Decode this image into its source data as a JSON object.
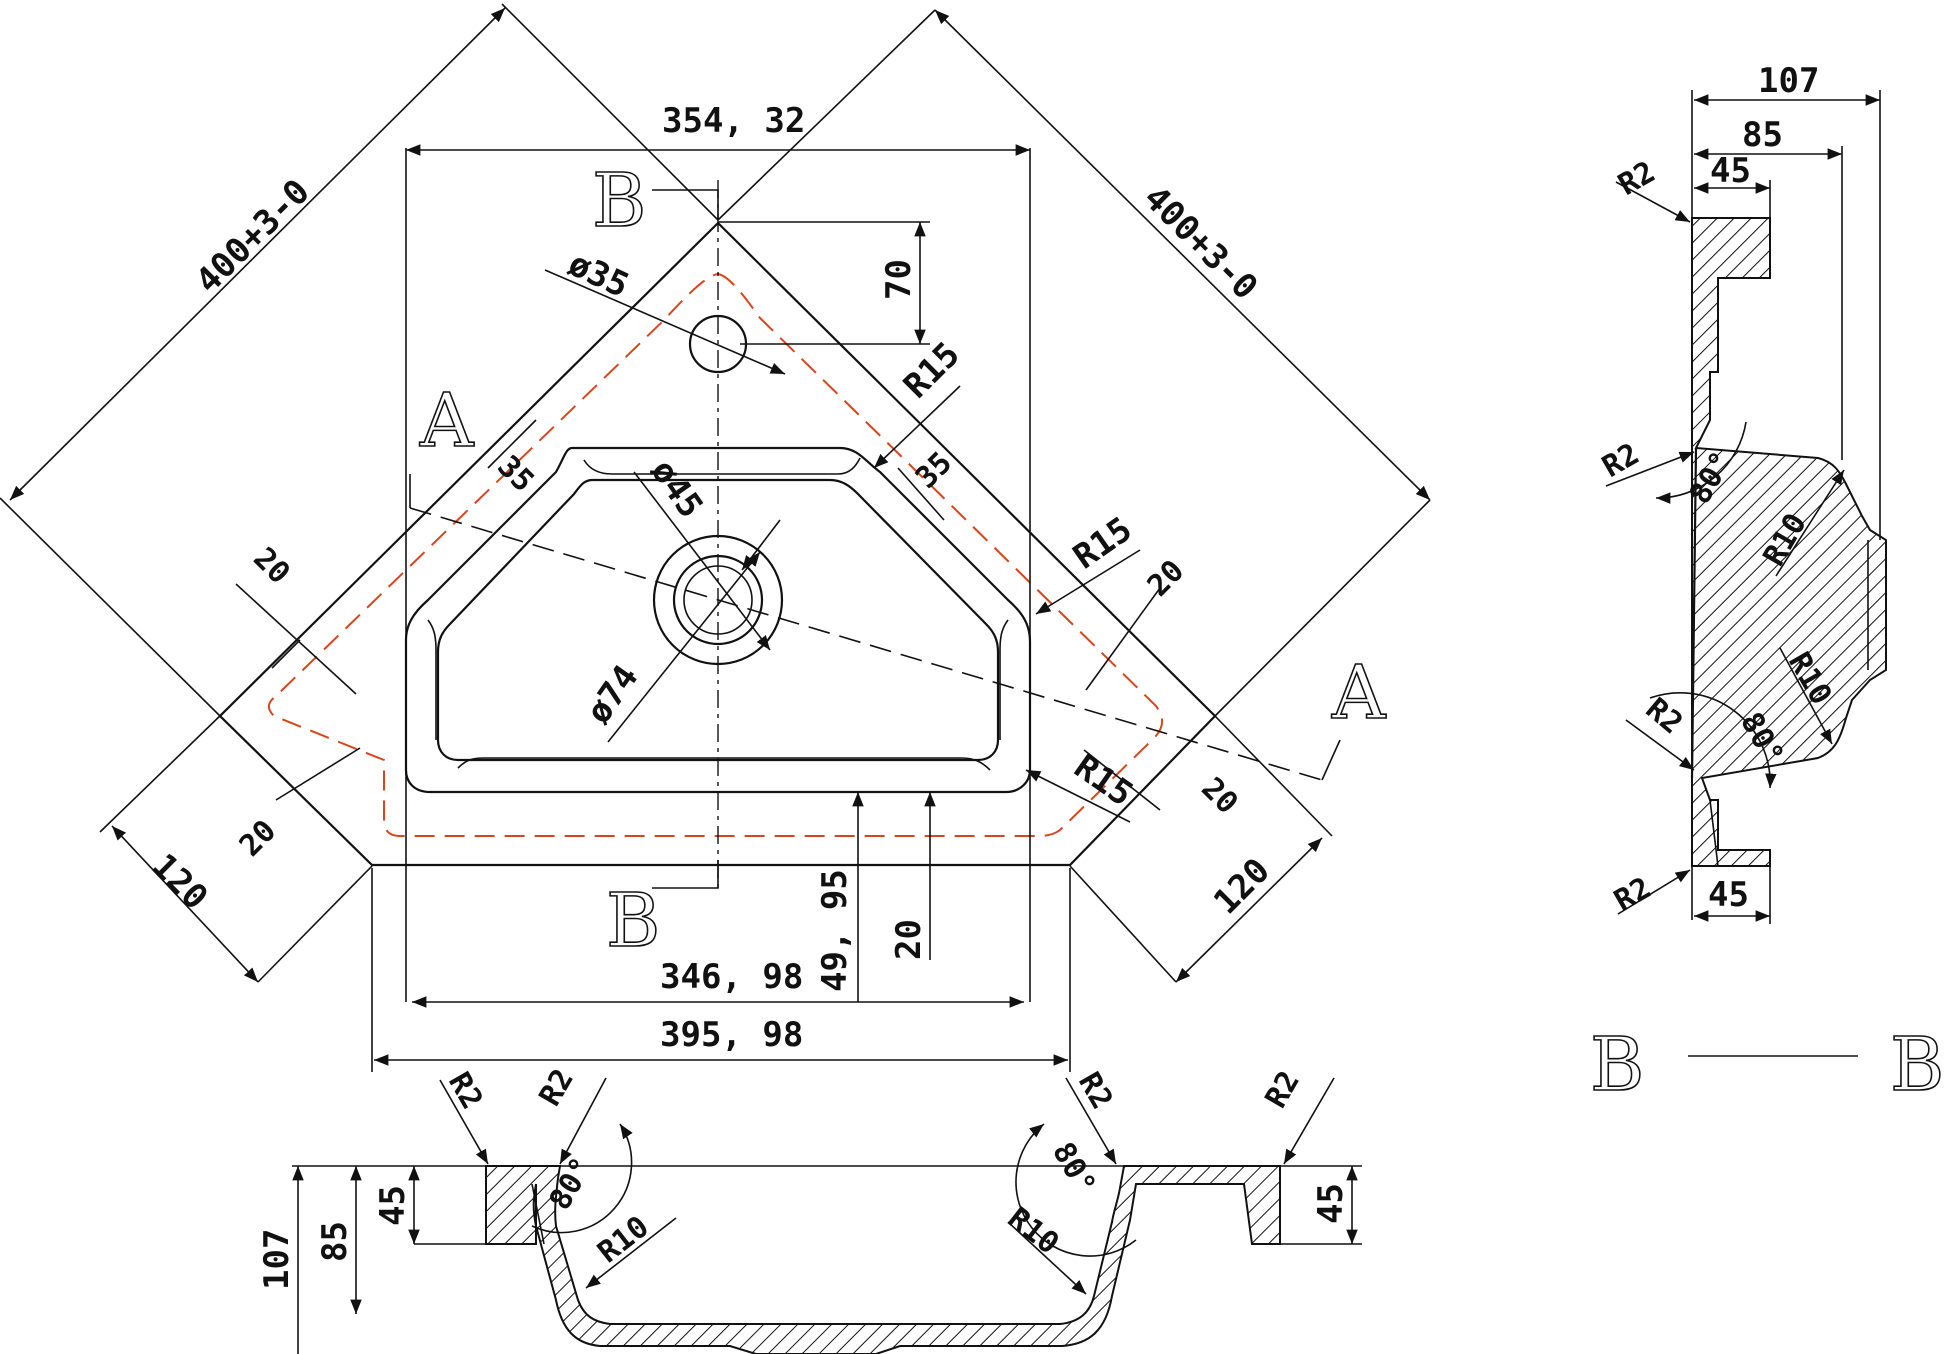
{
  "plan": {
    "top_width": "354, 32",
    "bottom_inner_width": "346, 98",
    "bottom_width": "395, 98",
    "diag_left": "400+3-0",
    "diag_right": "400+3-0",
    "tap_offset": "70",
    "tap_hole": "ø35",
    "drain_hole": "ø45",
    "drain_ring": "ø74",
    "rim_left": "35",
    "rim_right": "35",
    "radius_top": "R15",
    "radius_right": "R15",
    "radius_bottom": "R15",
    "left_20_a": "20",
    "left_20_b": "20",
    "right_20_a": "20",
    "right_20_b": "20",
    "side_left": "120",
    "side_right": "120",
    "front_depth": "49, 95",
    "front_rim": "20",
    "section_a_top": "A",
    "section_a_bottom": "A",
    "section_b_top": "B",
    "section_b_bottom": "B"
  },
  "section_aa": {
    "r2_1": "R2",
    "r2_2": "R2",
    "r2_3": "R2",
    "r2_4": "R2",
    "angle_left": "80°",
    "angle_right": "80°",
    "r10_left": "R10",
    "r10_right": "R10",
    "h107": "107",
    "h85": "85",
    "h45_left": "45",
    "h45_right": "45"
  },
  "section_bb": {
    "w107": "107",
    "w85": "85",
    "w45_top": "45",
    "w45_bottom": "45",
    "r2_1": "R2",
    "r2_2": "R2",
    "r2_3": "R2",
    "r2_4": "R2",
    "angle_top": "80°",
    "angle_bottom": "80°",
    "r10_top": "R10",
    "r10_bottom": "R10",
    "label_left": "B",
    "label_right": "B"
  }
}
